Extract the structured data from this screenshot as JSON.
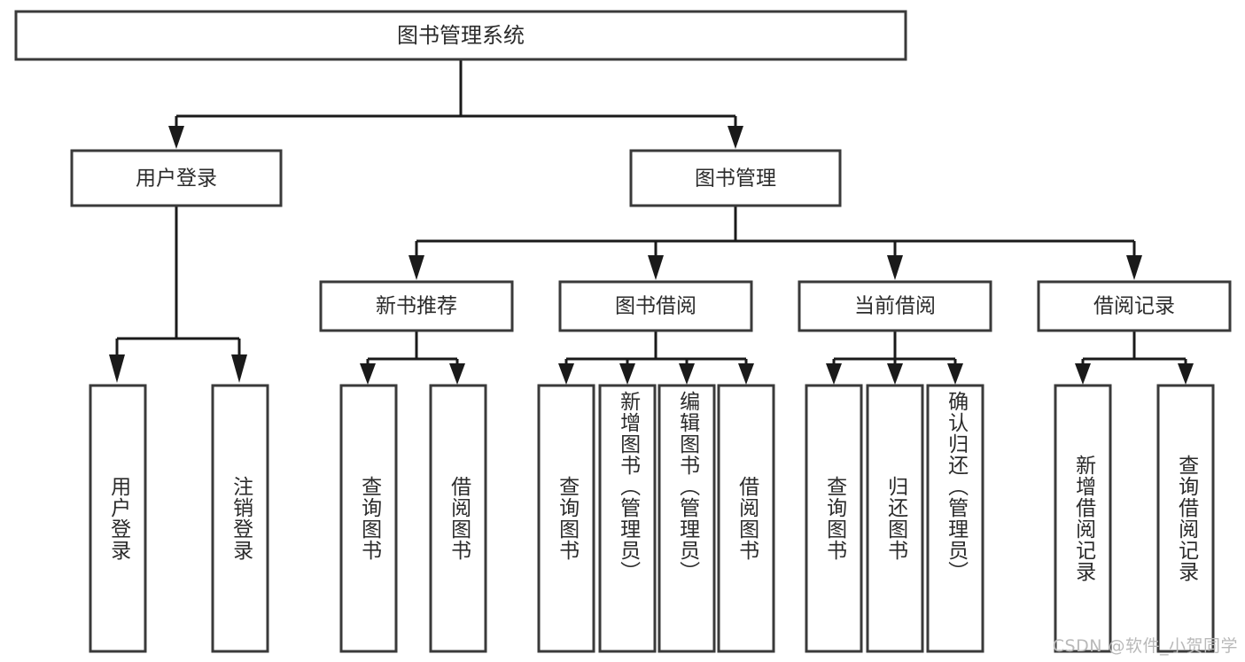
{
  "diagram": {
    "type": "tree-hierarchy",
    "title": "图书管理系统",
    "orientation": "top-down",
    "colors": {
      "box_fill": "#ffffff",
      "box_stroke": "#3a3a3a",
      "connector": "#1a1a1a",
      "text": "#2b2b2b",
      "background": "#ffffff",
      "watermark": "#b9b9b9"
    },
    "root": {
      "label": "图书管理系统"
    },
    "level2": [
      {
        "label": "用户登录"
      },
      {
        "label": "图书管理"
      }
    ],
    "level3": [
      {
        "label": "新书推荐"
      },
      {
        "label": "图书借阅"
      },
      {
        "label": "当前借阅"
      },
      {
        "label": "借阅记录"
      }
    ],
    "leaves": {
      "user_login": [
        {
          "label": "用户登录"
        },
        {
          "label": "注销登录"
        }
      ],
      "new_book_recommend": [
        {
          "label": "查询图书"
        },
        {
          "label": "借阅图书"
        }
      ],
      "book_borrow": [
        {
          "label": "查询图书"
        },
        {
          "label": "新增图书（管理员）"
        },
        {
          "label": "编辑图书（管理员）"
        },
        {
          "label": "借阅图书"
        }
      ],
      "current_borrow": [
        {
          "label": "查询图书"
        },
        {
          "label": "归还图书"
        },
        {
          "label": "确认归还（管理员）"
        }
      ],
      "borrow_record": [
        {
          "label": "新增借阅记录"
        },
        {
          "label": "查询借阅记录"
        }
      ]
    }
  },
  "watermark": {
    "text": "CSDN @软件_小贺同学"
  }
}
